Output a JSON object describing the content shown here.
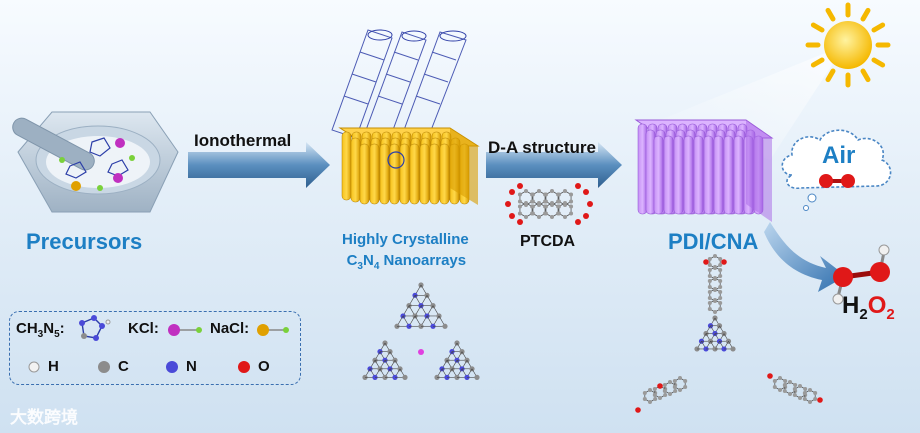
{
  "labels": {
    "precursors": "Precursors",
    "step1": "Ionothermal",
    "step2": "D-A structure",
    "product1_line1": "Highly Crystalline",
    "product1_line2_prefix": "C",
    "product1_sub3": "3",
    "product1_mid": "N",
    "product1_sub4": "4",
    "product1_suffix": " Nanoarrays",
    "ptcda": "PTCDA",
    "product2": "PDI/CNA",
    "air": "Air",
    "h2o2_h": "H",
    "h2o2_sub_h": "2",
    "h2o2_o": "O",
    "h2o2_sub_o": "2"
  },
  "legend": {
    "ch3n5_c": "CH",
    "ch3n5_s3": "3",
    "ch3n5_n": "N",
    "ch3n5_s5": "5",
    "ch3n5_colon": ":",
    "kcl": "KCl:",
    "nacl": "NaCl:",
    "atoms": [
      {
        "symbol": "H",
        "color": "#f2f2f2"
      },
      {
        "symbol": "C",
        "color": "#8c8c8c"
      },
      {
        "symbol": "N",
        "color": "#4a4ad8"
      },
      {
        "symbol": "O",
        "color": "#e01818"
      }
    ],
    "kcl_colors": [
      "#c030c0",
      "#7ad13a"
    ],
    "nacl_colors": [
      "#e0a000",
      "#7ad13a"
    ]
  },
  "watermark": "大数跨境",
  "colors": {
    "accent_blue": "#1d7fc4",
    "arrow": "#3d6e9d",
    "nanoarray": "#f0b400",
    "pdi": "#c58ef5",
    "oxygen": "#e01818",
    "sun": "#f5c000"
  }
}
